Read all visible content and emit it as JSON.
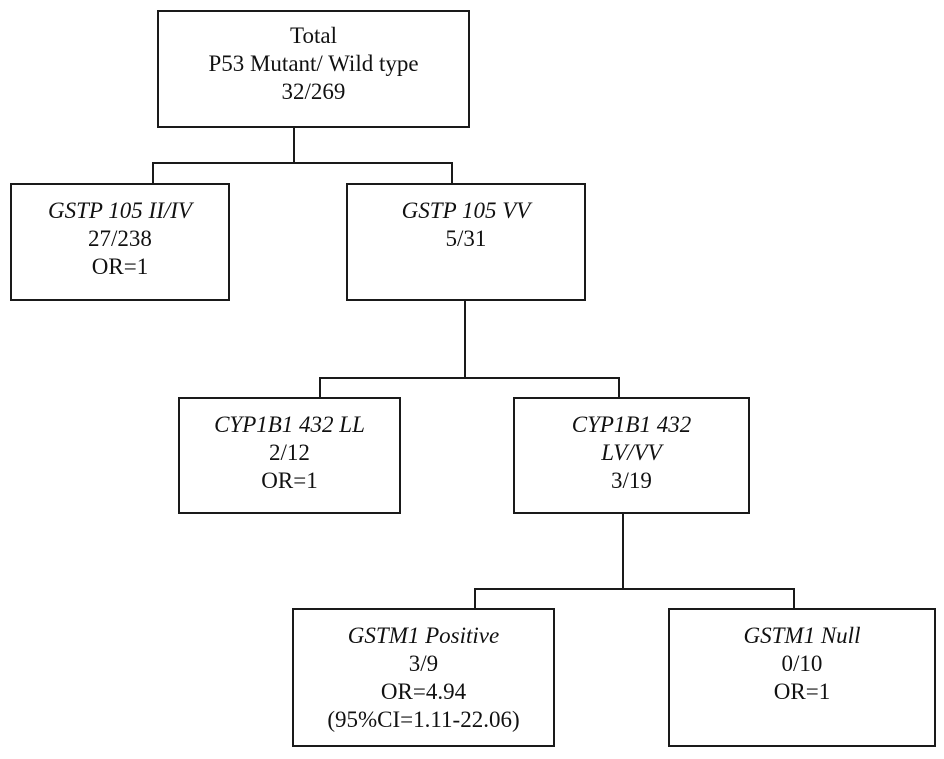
{
  "nodes": {
    "total": {
      "title": "Total",
      "subtitle": "P53 Mutant/ Wild type",
      "ratio": "32/269"
    },
    "gstp105_ii_iv": {
      "genotype": "GSTP 105 II/IV",
      "ratio": "27/238",
      "or": "OR=1"
    },
    "gstp105_vv": {
      "genotype": "GSTP 105 VV",
      "ratio": "5/31"
    },
    "cyp1b1_432_ll": {
      "genotype": "CYP1B1 432 LL",
      "ratio": "2/12",
      "or": "OR=1"
    },
    "cyp1b1_432_lv_vv": {
      "genotype_line1": "CYP1B1 432",
      "genotype_line2": "LV/VV",
      "ratio": "3/19"
    },
    "gstm1_positive": {
      "genotype": "GSTM1 Positive",
      "ratio": "3/9",
      "or": "OR=4.94",
      "ci": "(95%CI=1.11-22.06)"
    },
    "gstm1_null": {
      "genotype": "GSTM1 Null",
      "ratio": "0/10",
      "or": "OR=1"
    }
  }
}
